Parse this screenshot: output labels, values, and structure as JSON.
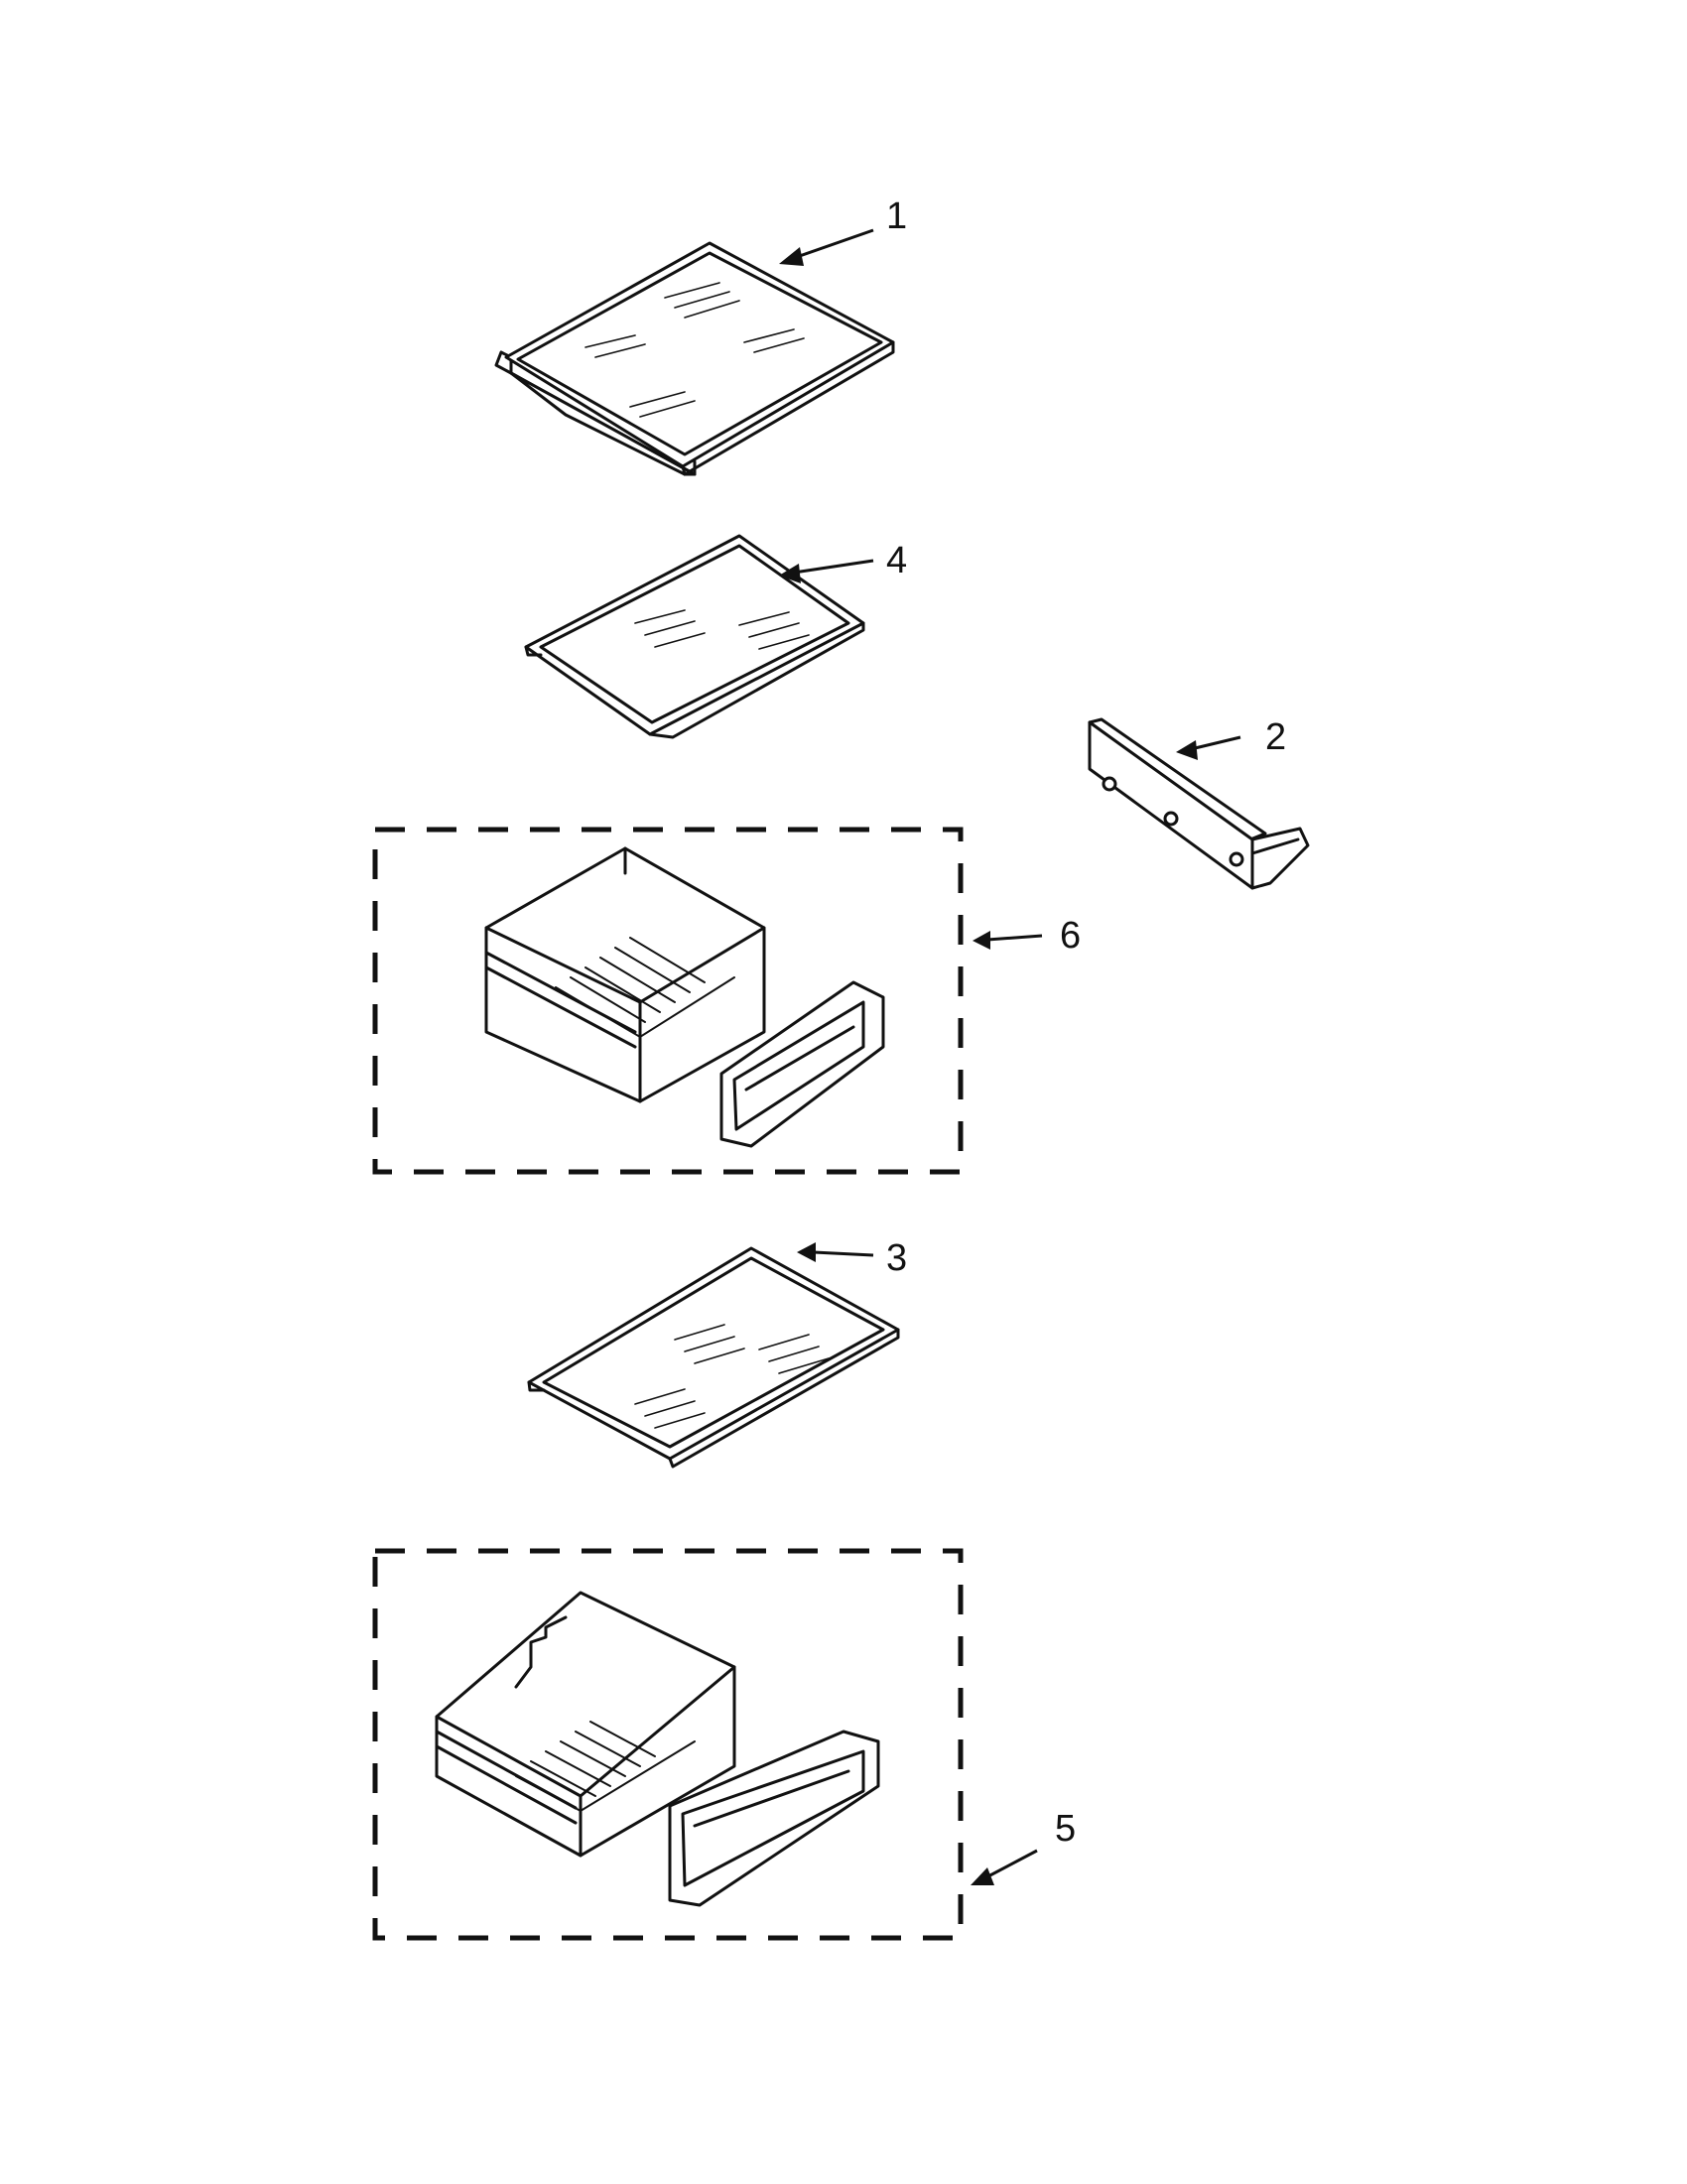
{
  "callouts": [
    {
      "id": "1",
      "label": "1"
    },
    {
      "id": "2",
      "label": "2"
    },
    {
      "id": "3",
      "label": "3"
    },
    {
      "id": "4",
      "label": "4"
    },
    {
      "id": "5",
      "label": "5"
    },
    {
      "id": "6",
      "label": "6"
    }
  ],
  "colors": {
    "line": "#111111",
    "background": "#ffffff"
  },
  "icons": [
    "shelf-with-frame-icon",
    "glass-shelf-icon",
    "shelf-rail-icon",
    "crisper-drawer-icon",
    "drawer-front-icon"
  ]
}
